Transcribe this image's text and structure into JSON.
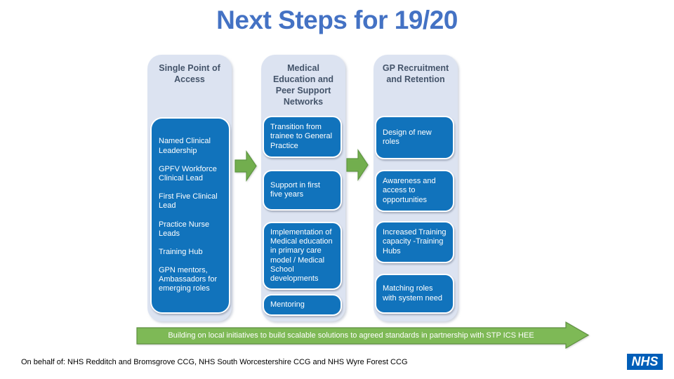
{
  "title": "Next Steps for 19/20",
  "col1": {
    "header": "Single Point of Access",
    "items": [
      "Named Clinical Leadership",
      "GPFV Workforce Clinical Lead",
      "First Five Clinical Lead",
      "Practice Nurse Leads",
      "Training Hub",
      "GPN mentors, Ambassadors for emerging roles"
    ]
  },
  "col2": {
    "header": "Medical Education and Peer Support Networks",
    "box1": "Transition from trainee to General Practice",
    "box2": "Support in first five years",
    "box3": "Implementation of Medical education in primary care model / Medical School developments",
    "box4": "Mentoring"
  },
  "col3": {
    "header": "GP Recruitment and Retention",
    "box1": "Design of new roles",
    "box2": "Awareness and access to opportunities",
    "box3": "Increased Training capacity -Training Hubs",
    "box4": "Matching roles with system need"
  },
  "banner": {
    "text": "Building on local initiatives to build scalable solutions to agreed standards in partnership with STP ICS HEE"
  },
  "footer": {
    "text": "On behalf of: NHS Redditch and Bromsgrove CCG, NHS South Worcestershire CCG and NHS Wyre Forest CCG"
  },
  "logo": {
    "text": "NHS"
  },
  "colors": {
    "title_blue": "#4472C4",
    "column_bg": "#DCE3F1",
    "column_header_text": "#44546A",
    "box_blue": "#1173BC",
    "box_text": "#FFFFFF",
    "arrow_green": "#72AE4E",
    "arrow_border_green": "#5E9741",
    "banner_green": "#7EB956",
    "nhs_blue": "#005EB8"
  }
}
